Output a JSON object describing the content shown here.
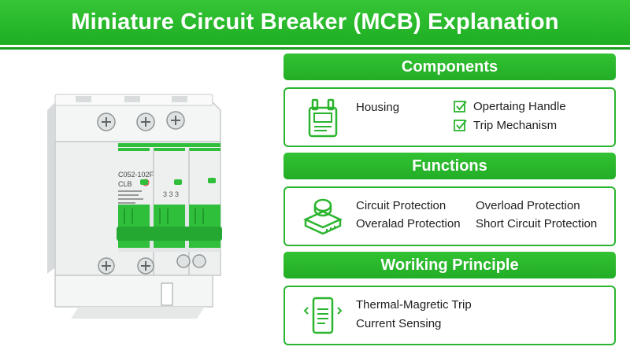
{
  "title": "Miniature Circuit Breaker (MCB) Explanation",
  "breaker": {
    "model_label": "C052-102F",
    "sub_label": "CLB",
    "pole_marks": "3 3 3"
  },
  "components": {
    "header": "Components",
    "icon": "housing-icon",
    "item_housing": "Housing",
    "item_handle": "Opertaing Handle",
    "item_trip": "Trip Mechanism"
  },
  "functions": {
    "header": "Functions",
    "icon": "protection-device-icon",
    "item_1": "Circuit Protection",
    "item_2": "Overload Protection",
    "item_3": "Overalad Protection",
    "item_4": "Short Circuit Protection"
  },
  "working": {
    "header": "Woriking Principle",
    "icon": "sensor-document-icon",
    "item_1": "Thermal-Magretic Trip",
    "item_2": "Current Sensing"
  },
  "colors": {
    "accent": "#2bb52f",
    "accent_dark": "#1a9e20",
    "breaker_body": "#eef0f0",
    "handle_green": "#2fbf3a"
  }
}
